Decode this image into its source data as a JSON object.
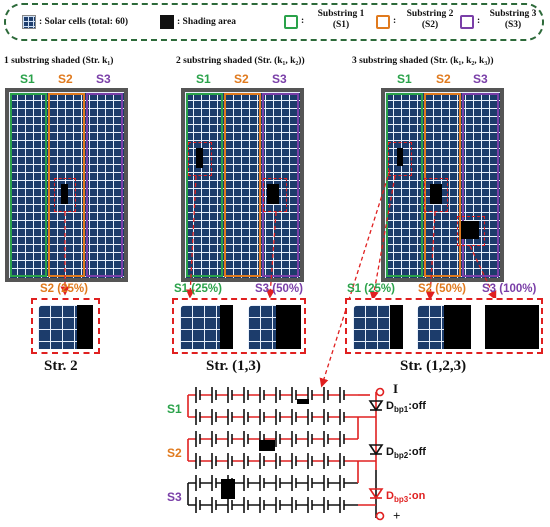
{
  "legend": {
    "solar_cells": ": Solar cells (total: 60)",
    "shading": ": Shading area",
    "s1_line1": "Substring 1",
    "s1_line2": "(S1)",
    "s2_line1": "Substring 2",
    "s2_line2": "(S2)",
    "s3_line1": "Substring 3",
    "s3_line2": "(S3)",
    "colon": ":"
  },
  "colors": {
    "s1": "#2aa24a",
    "s2": "#e07a1e",
    "s3": "#7a3fa8",
    "red": "#e02020"
  },
  "panels": [
    {
      "header": "1 substring shaded (Str. k₁)",
      "s1": "S1",
      "s2": "S2",
      "s3": "S3",
      "pct": [
        "S2 (25%)"
      ],
      "caption": "Str. 2"
    },
    {
      "header": "2 substring shaded (Str. (k₁, k₂))",
      "s1": "S1",
      "s2": "S2",
      "s3": "S3",
      "pct": [
        "S1 (25%)",
        "S3 (50%)"
      ],
      "caption": "Str. (1,3)"
    },
    {
      "header": "3 substring shaded (Str. (k₁, k₂, k₃))",
      "s1": "S1",
      "s2": "S2",
      "s3": "S3",
      "pct": [
        "S1 (25%)",
        "S2 (50%)",
        "S3 (100%)"
      ],
      "caption": "Str. (1,2,3)"
    }
  ],
  "circuit": {
    "s1": "S1",
    "s2": "S2",
    "s3": "S3",
    "d1": "D",
    "d1_sub": "bp1",
    "d1_state": ":off",
    "d2": "D",
    "d2_sub": "bp2",
    "d2_state": ":off",
    "d3": "D",
    "d3_sub": "bp3",
    "d3_state": ":on",
    "minus": "I",
    "plus": "+"
  }
}
